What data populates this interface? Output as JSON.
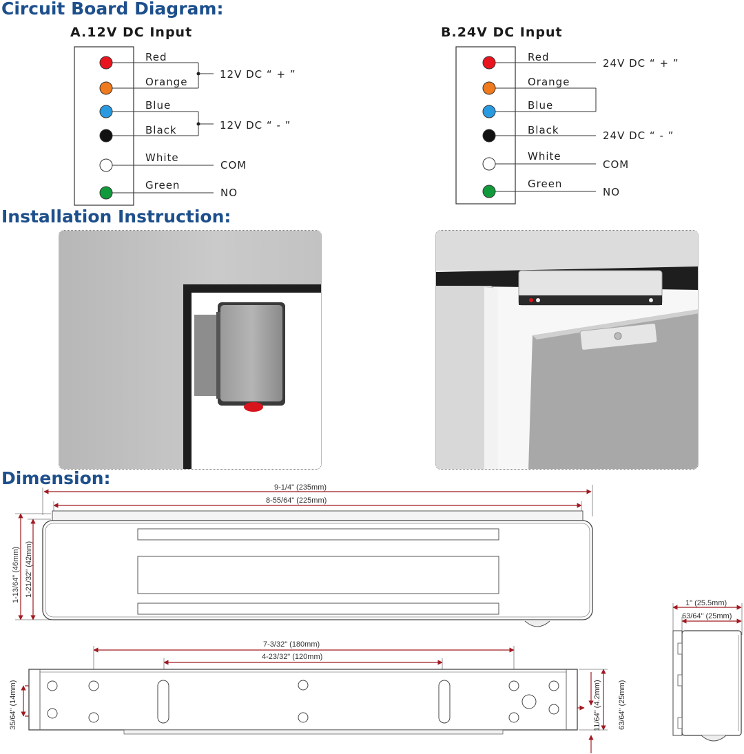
{
  "headings": {
    "circuit": "Circuit Board Diagram:",
    "installation": "Installation Instruction:",
    "dimension": "Dimension:"
  },
  "circuit_a": {
    "title": "A.12V DC Input",
    "wires": [
      "Red",
      "Orange",
      "Blue",
      "Black",
      "White",
      "Green"
    ],
    "outputs": {
      "positive": "12V DC “ + ”",
      "negative": "12V DC “ - ”",
      "com": "COM",
      "no": "NO"
    }
  },
  "circuit_b": {
    "title": "B.24V DC Input",
    "wires": [
      "Red",
      "Orange",
      "Blue",
      "Black",
      "White",
      "Green"
    ],
    "outputs": {
      "positive": "24V DC “ + ”",
      "negative": "24V DC “ - ”",
      "com": "COM",
      "no": "NO"
    }
  },
  "wire_colors": {
    "red": "#e8141e",
    "orange": "#f07a1e",
    "blue": "#2a9ae0",
    "black": "#111111",
    "white": "#ffffff",
    "green": "#119a3c"
  },
  "dimensions": {
    "top_length_overall": "9-1/4\" (235mm)",
    "top_length_body": "8-55/64\" (225mm)",
    "height_overall": "1-13/64\" (46mm)",
    "height_body": "1-21/32\" (42mm)",
    "hole_spacing_outer": "7-3/32\" (180mm)",
    "hole_spacing_inner": "4-23/32\" (120mm)",
    "hole_vertical": "35/64\" (14mm)",
    "plate_offset": "11/64\" (4.2mm)",
    "plate_height": "63/64\" (25mm)",
    "side_depth_overall": "1\" (25.5mm)",
    "side_depth_body": "63/64\" (25mm)"
  },
  "accent": "#1d4f8c",
  "dim_line_color": "#a11a22"
}
